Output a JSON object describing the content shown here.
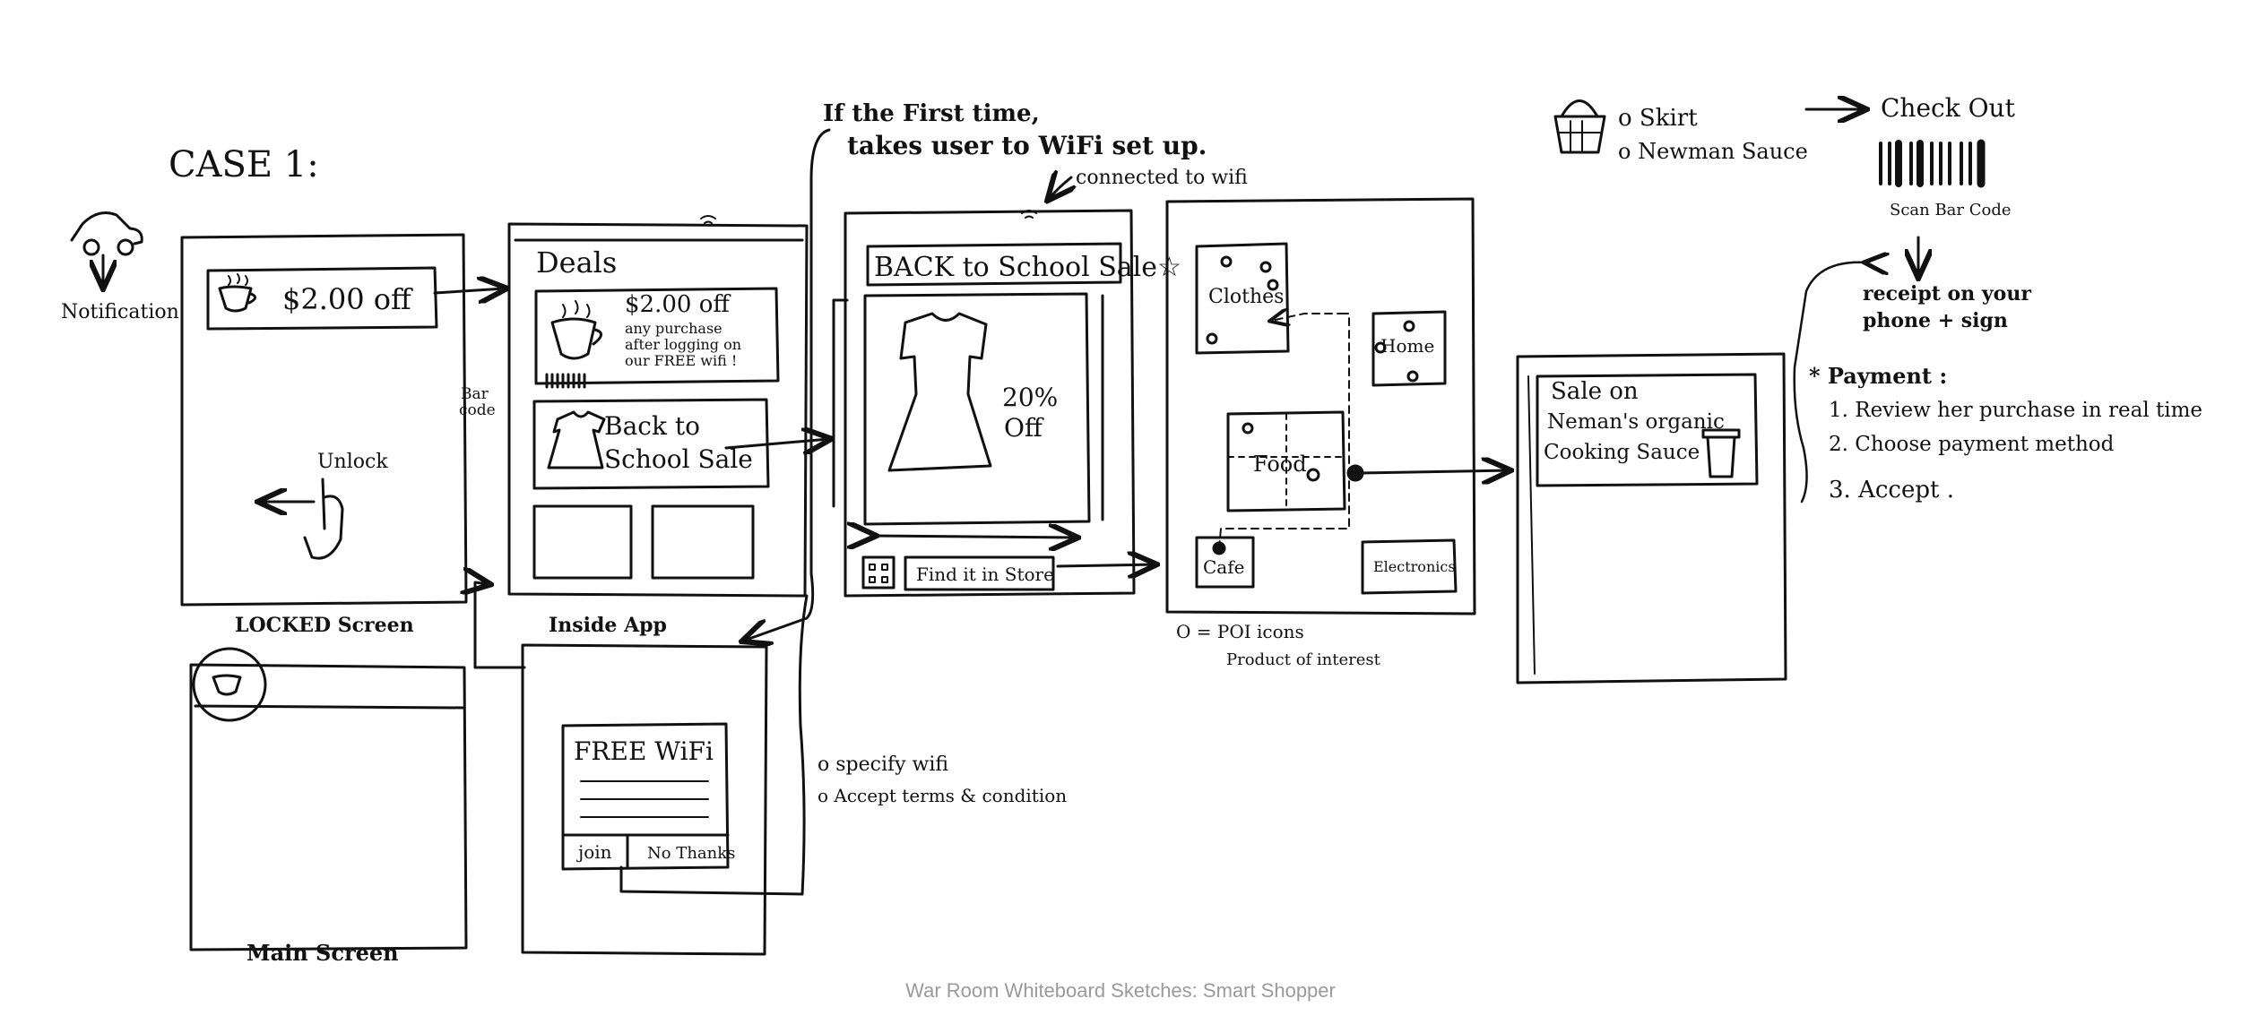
{
  "case_label": "CASE 1:",
  "notification": {
    "label": "Notification"
  },
  "locked_screen": {
    "offer_text": "$2.00 off",
    "unlock_label": "Unlock",
    "caption": "LOCKED Screen"
  },
  "main_screen": {
    "caption": "Main Screen"
  },
  "inside_app": {
    "caption": "Inside App",
    "deals_title": "Deals",
    "deal_offer": "$2.00 off",
    "deal_desc": [
      "any purchase",
      "after logging on",
      "our FREE wifi !"
    ],
    "barcode_label": [
      "Bar",
      "code"
    ],
    "back_to_school": [
      "Back to",
      "School Sale"
    ]
  },
  "wifi_note": [
    "If the First time,",
    "takes user to WiFi set up."
  ],
  "wifi_popup": {
    "title": "FREE WiFi",
    "join_label": "join",
    "no_thanks_label": "No Thanks"
  },
  "wifi_steps": [
    "o specify wifi",
    "o Accept terms & condition"
  ],
  "connected_note": "connected to wifi",
  "sale_screen": {
    "title": "BACK to School Sale☆",
    "discount": [
      "20%",
      "Off"
    ],
    "find_button": "Find it in Store"
  },
  "store_map": {
    "clothes": "Clothes",
    "home": "Home",
    "food": "Food",
    "cafe": "Cafe",
    "electronics": "Electronics",
    "legend": [
      "O = POI icons",
      "Product of interest"
    ]
  },
  "sale_card": [
    "Sale on",
    "Neman's organic",
    "Cooking Sauce"
  ],
  "basket": {
    "items": [
      "o Skirt",
      "o Newman Sauce"
    ]
  },
  "checkout": {
    "label": "Check Out",
    "barcode_caption": "Scan Bar Code",
    "receipt": [
      "receipt on your",
      "phone + sign"
    ]
  },
  "payment": {
    "title": "* Payment :",
    "steps": [
      "1. Review her purchase in real time",
      "2. Choose payment method",
      "3. Accept ."
    ]
  },
  "figure_caption": "War Room Whiteboard Sketches: Smart Shopper"
}
